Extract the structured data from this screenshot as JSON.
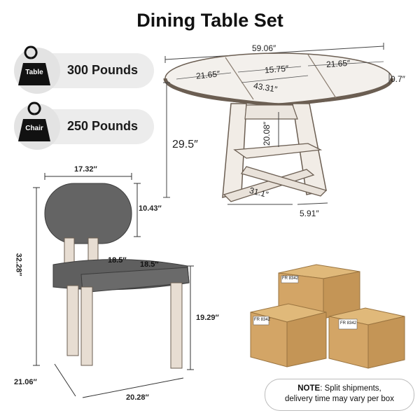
{
  "title": "Dining Table Set",
  "weights": [
    {
      "tag": "Table",
      "value": "300 Pounds"
    },
    {
      "tag": "Chair",
      "value": "250 Pounds"
    }
  ],
  "table_dims": {
    "total_length": "59.06″",
    "leaf_left": "21.65″",
    "leaf_center": "15.75″",
    "leaf_right": "21.65″",
    "thickness": "0.7″",
    "diameter": "43.31″",
    "height": "29.5″",
    "shelf_height": "20.08″",
    "base_length": "31.1″",
    "leg_width": "5.91″"
  },
  "chair_dims": {
    "back_width": "17.32′′",
    "back_height": "10.43′′",
    "total_height": "32.28′′",
    "seat_depth": "18.5′′",
    "seat_width": "18.5′′",
    "seat_height": "19.29′′",
    "depth": "21.06′′",
    "width": "20.28′′"
  },
  "boxes": {
    "labels": [
      "FR 8342",
      "FR 8342",
      "FR 8342"
    ]
  },
  "note": {
    "label": "NOTE",
    "line1": ": Split shipments,",
    "line2": "delivery time may vary per box"
  },
  "colors": {
    "box": "#d3a566",
    "box_dark": "#b98a4c",
    "box_top": "#e0b97a",
    "wood": "#6b5e52",
    "fabric": "#5d5d5d"
  }
}
